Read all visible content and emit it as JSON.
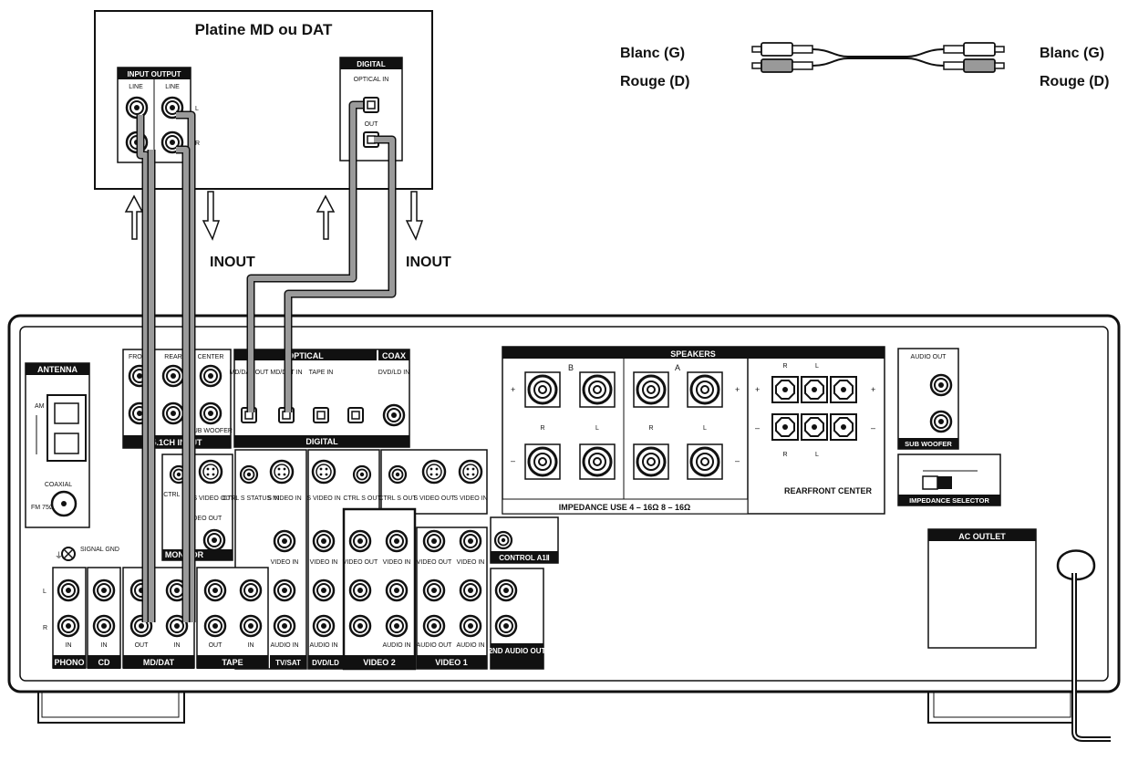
{
  "device_box": {
    "title": "Platine MD ou DAT",
    "input_output_label": "INPUT OUTPUT",
    "line_left": "LINE",
    "line_right": "LINE",
    "ch_l": "L",
    "ch_r": "R",
    "digital_label": "DIGITAL",
    "optical_in": "OPTICAL IN",
    "out": "OUT"
  },
  "cable_legend": {
    "left_white": "Blanc (G)",
    "left_red": "Rouge (D)",
    "right_white": "Blanc (G)",
    "right_red": "Rouge (D)"
  },
  "arrows": {
    "inout_left": "INOUT",
    "inout_right": "INOUT"
  },
  "receiver": {
    "antenna": "ANTENNA",
    "am": "AM",
    "coaxial": "COAXIAL",
    "fm": "FM 75Ω",
    "signal_gnd": "SIGNAL GND",
    "front": "FRONT",
    "rear": "REAR",
    "center": "CENTER",
    "sub_woofer_small": "SUB WOOFER",
    "input_51ch": "5.1CH  INPUT",
    "optical": "OPTICAL",
    "coax": "COAX",
    "digital": "DIGITAL",
    "md_dat_out": "MD/DAT OUT",
    "md_dat_in": "MD/DAT IN",
    "tape_in": "TAPE IN",
    "dvd_ld_in": "DVD/LD IN",
    "speakers": "SPEAKERS",
    "spk_a": "A",
    "spk_b": "B",
    "ch_r": "R",
    "ch_l": "L",
    "plus": "+",
    "minus": "–",
    "impedance_use": "IMPEDANCE  USE 4 – 16Ω 8 – 16Ω",
    "rear_front_center": "REARFRONT CENTER",
    "audio_out": "AUDIO OUT",
    "sub_woofer": "SUB WOOFER",
    "impedance_selector": "IMPEDANCE SELECTOR",
    "ac_outlet": "AC  OUTLET",
    "ctrl_s_in": "CTRL S IN",
    "s_video_out": "S VIDEO OUT",
    "video_out": "VIDEO OUT",
    "monitor": "MONITOR",
    "ctrl_s_status_in": "CTRL S STATUS IN",
    "s_video_in": "S VIDEO IN",
    "video_in": "VIDEO IN",
    "audio_in": "AUDIO IN",
    "audio_out_small": "AUDIO OUT",
    "ctrl_s_out": "CTRL S OUT",
    "control_a1": "CONTROL A1Ⅱ",
    "second_audio_out": "2ND AUDIO OUT",
    "jack_in": "IN",
    "jack_out": "OUT",
    "bottom_labels": [
      "PHONO",
      "CD",
      "MD/DAT",
      "TAPE",
      "TV/SAT",
      "DVD/LD",
      "VIDEO 2",
      "VIDEO 1"
    ]
  }
}
